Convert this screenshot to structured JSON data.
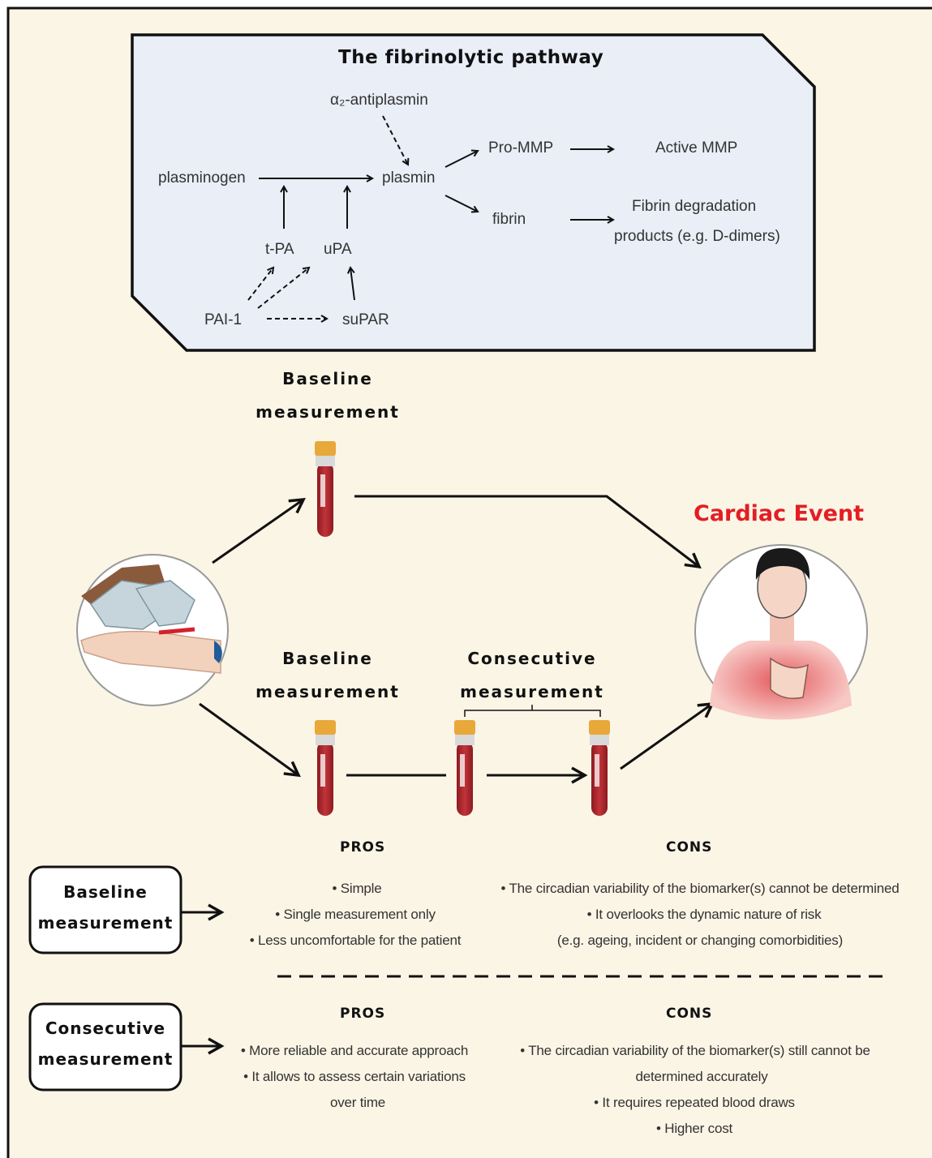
{
  "pathway": {
    "title": "The fibrinolytic pathway",
    "alpha2": "α₂-antiplasmin",
    "plasminogen": "plasminogen",
    "plasmin": "plasmin",
    "pro_mmp": "Pro-MMP",
    "active_mmp": "Active MMP",
    "fibrin": "fibrin",
    "fdp_line1": "Fibrin degradation",
    "fdp_line2": "products (e.g. D-dimers)",
    "tpa": "t-PA",
    "upa": "uPA",
    "pai1": "PAI-1",
    "supar": "suPAR"
  },
  "flow": {
    "top_baseline_1": "Baseline",
    "top_baseline_2": "measurement",
    "bottom_baseline_1": "Baseline",
    "bottom_baseline_2": "measurement",
    "consecutive_1": "Consecutive",
    "consecutive_2": "measurement",
    "cardiac_event": "Cardiac Event"
  },
  "comparison": {
    "baseline_box_1": "Baseline",
    "baseline_box_2": "measurement",
    "consecutive_box_1": "Consecutive",
    "consecutive_box_2": "measurement",
    "pros_label_1": "PROS",
    "cons_label_1": "CONS",
    "pros_label_2": "PROS",
    "cons_label_2": "CONS",
    "baseline_pros": [
      "• Simple",
      "• Single measurement only",
      "• Less uncomfortable for the patient"
    ],
    "baseline_cons": [
      "• The circadian variability of the biomarker(s) cannot be determined",
      "• It overlooks the dynamic nature of risk",
      "(e.g. ageing, incident or changing comorbidities)"
    ],
    "consecutive_pros": [
      "• More reliable and accurate approach",
      "• It allows to assess certain variations",
      "over time"
    ],
    "consecutive_cons": [
      "• The circadian variability of the biomarker(s) still cannot be",
      "determined accurately",
      "• It requires repeated blood draws",
      "• Higher cost"
    ]
  },
  "colors": {
    "background": "#fbf5e6",
    "panel": "#e9eef7",
    "accent_red": "#e31e24",
    "blood": "#b3262c",
    "cap": "#e8a83a"
  }
}
